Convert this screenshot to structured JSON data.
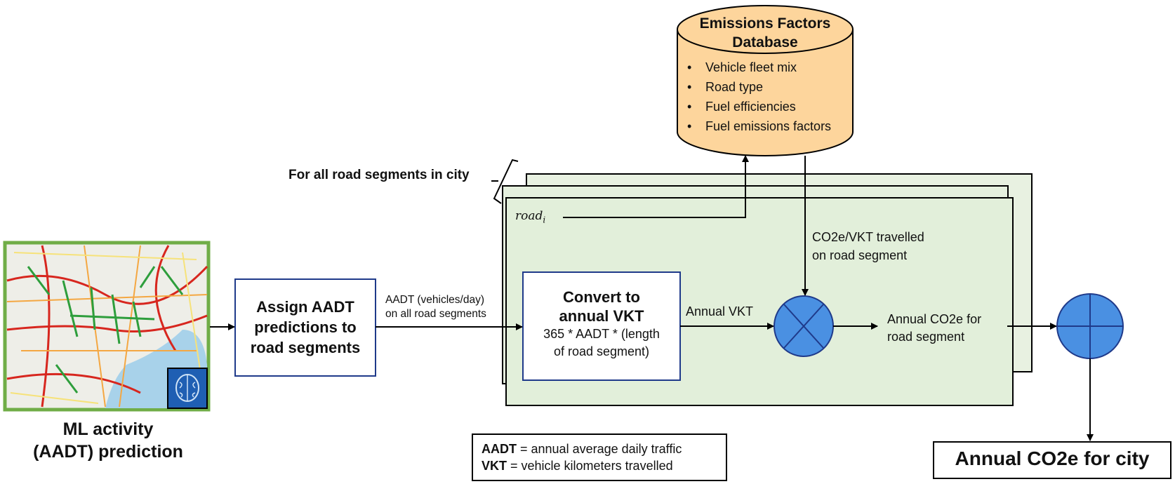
{
  "diagram": {
    "ml_block": {
      "title_line1": "ML activity",
      "title_line2": "(AADT) prediction",
      "map_icon": "city-traffic-map",
      "brain_icon": "ai-brain-chip",
      "border_color": "#70ad47"
    },
    "assign_box": {
      "line1": "Assign AADT",
      "line2": "predictions to",
      "line3": "road segments"
    },
    "edge_aadt": {
      "line1": "AADT (vehicles/day)",
      "line2": "on all road segments"
    },
    "loop_label": "For all road segments in city",
    "road_label": "road",
    "road_subscript": "i",
    "database": {
      "title_line1": "Emissions Factors",
      "title_line2": "Database",
      "items": [
        "Vehicle fleet mix",
        "Road type",
        "Fuel efficiencies",
        "Fuel emissions factors"
      ],
      "fill_color": "#fdd59c"
    },
    "convert_box": {
      "title_line1": "Convert to",
      "title_line2": "annual VKT",
      "formula_line1": "365 * AADT * (length",
      "formula_line2": "of road segment)"
    },
    "edge_vkt": "Annual VKT",
    "edge_co2_per_vkt": {
      "line1": "CO2e/VKT travelled",
      "line2": "on road segment"
    },
    "edge_co2_segment": {
      "line1": "Annual CO2e for",
      "line2": "road segment"
    },
    "multiply_node": "multiply-operator",
    "sum_node": "sum-operator",
    "output_box": "Annual CO2e for city",
    "legend": {
      "aadt_term": "AADT",
      "aadt_def": " = annual average daily traffic",
      "vkt_term": "VKT",
      "vkt_def": " = vehicle kilometers travelled"
    },
    "colors": {
      "panel_fill": "#e2efda",
      "node_fill": "#4a90e2",
      "box_border": "#1f3a8a"
    }
  }
}
